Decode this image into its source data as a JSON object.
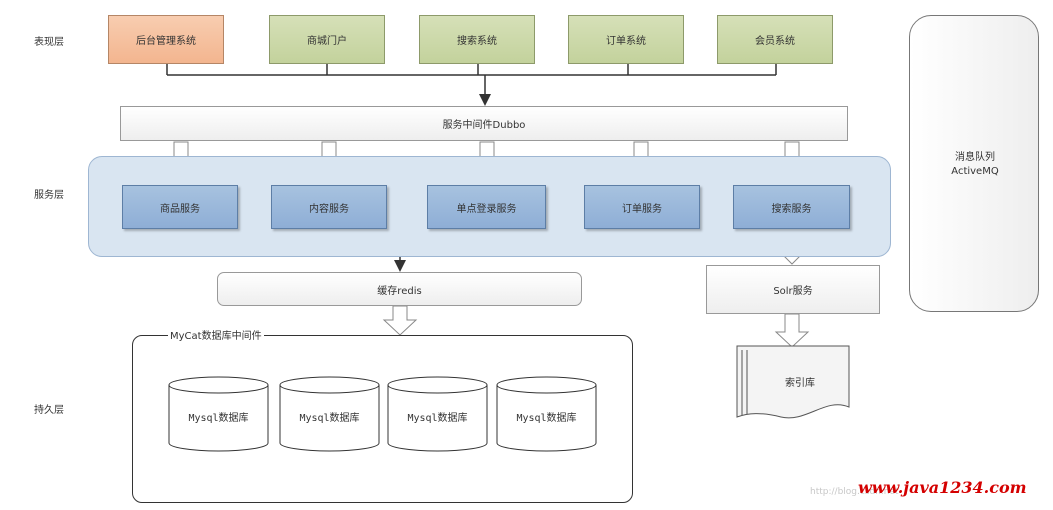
{
  "layers": {
    "presentation": "表现层",
    "service": "服务层",
    "persistence": "持久层"
  },
  "presentation_systems": [
    "后台管理系统",
    "商城门户",
    "搜索系统",
    "订单系统",
    "会员系统"
  ],
  "middleware": "服务中间件Dubbo",
  "services": [
    "商品服务",
    "内容服务",
    "单点登录服务",
    "订单服务",
    "搜索服务"
  ],
  "cache": "缓存redis",
  "solr": "Solr服务",
  "index_store": "索引库",
  "mq": {
    "line1": "消息队列",
    "line2": "ActiveMQ"
  },
  "mycat_title": "MyCat数据库中间件",
  "databases": [
    "Mysql数据库",
    "Mysql数据库",
    "Mysql数据库",
    "Mysql数据库"
  ],
  "watermark": "www.java1234.com",
  "faint_text": "http://blog.csdn.net",
  "colors": {
    "presentation_green": "#c9d6a6",
    "admin_orange": "#f5bf9d",
    "service_blue": "#97b5da",
    "service_region": "#d9e5f1",
    "watermark_red": "#d40000"
  }
}
